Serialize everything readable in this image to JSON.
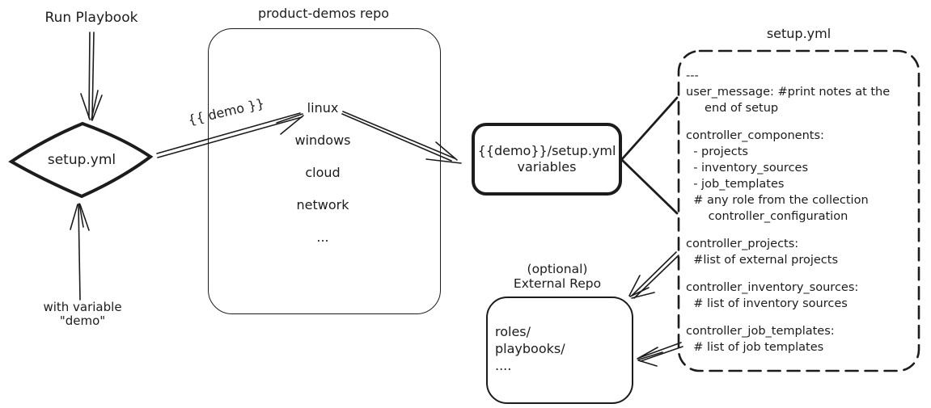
{
  "palette": {
    "ink": "#1c1c1c",
    "background": "#ffffff"
  },
  "left_flow": {
    "run_playbook_label": "Run Playbook",
    "diamond_label": "setup.yml",
    "with_variable_line1": "with variable",
    "with_variable_line2": "\"demo\"",
    "demo_arrow_label": "{{ demo }}"
  },
  "repo_box": {
    "title": "product-demos repo",
    "items": [
      "linux",
      "windows",
      "cloud",
      "network",
      "..."
    ]
  },
  "variables_box": {
    "line1": "{{demo}}/setup.yml",
    "line2": "variables"
  },
  "setup_file_box": {
    "title": "setup.yml",
    "lines": [
      "---",
      "user_message: #print notes at the",
      "     end of setup",
      "",
      "controller_components:",
      "  - projects",
      "  - inventory_sources",
      "  - job_templates",
      "  # any role from the collection",
      "      controller_configuration",
      "",
      "controller_projects:",
      "  #list of external projects",
      "",
      "controller_inventory_sources:",
      "  # list of inventory sources",
      "",
      "controller_job_templates:",
      "  # list of job templates"
    ]
  },
  "external_repo_box": {
    "title_line1": "(optional)",
    "title_line2": "External Repo",
    "lines": [
      "roles/",
      "playbooks/",
      "...."
    ]
  }
}
